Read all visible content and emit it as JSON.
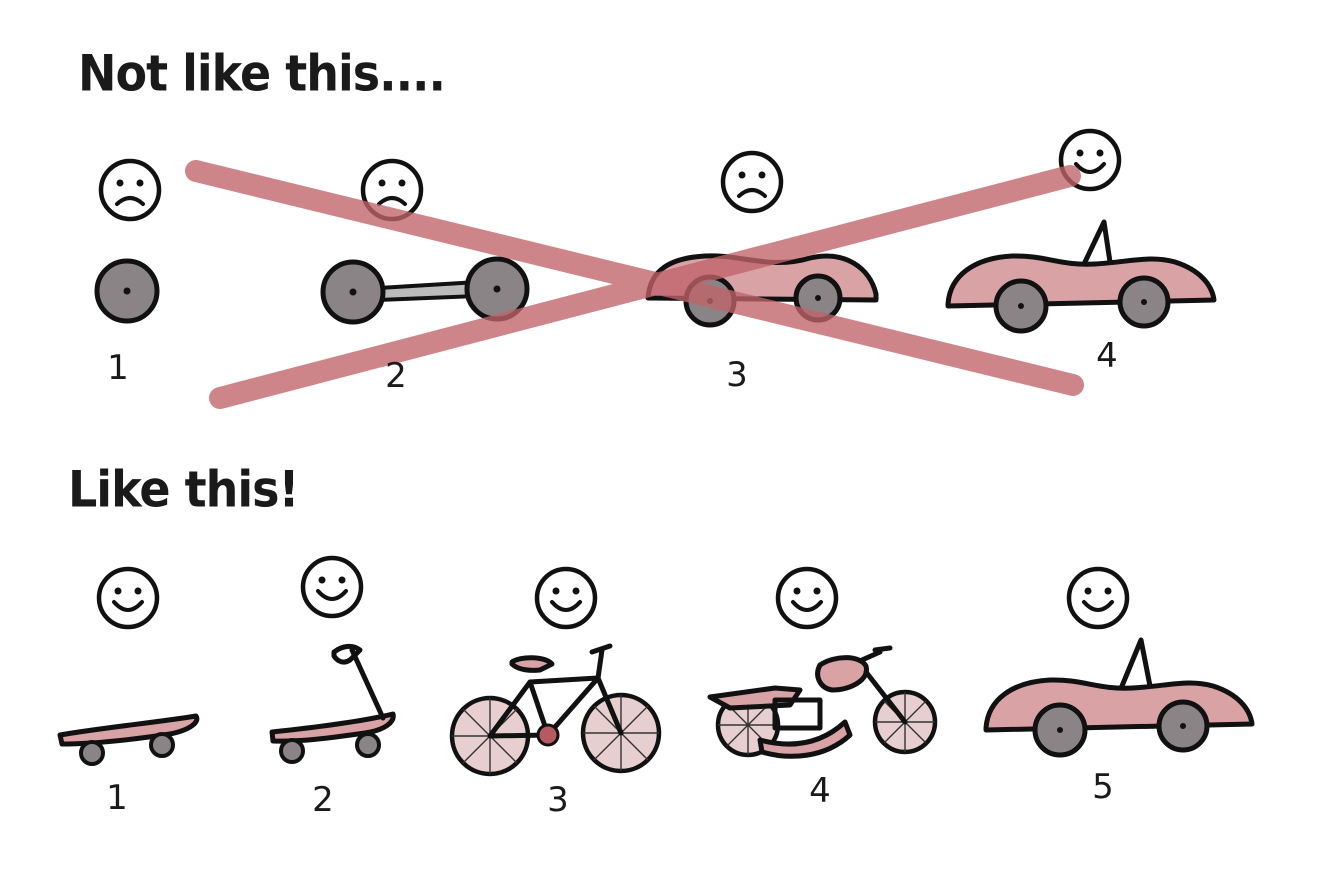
{
  "sections": [
    {
      "heading": "Not like this....",
      "items": [
        {
          "number": "1",
          "mood": "sad",
          "icon": "wheel-icon"
        },
        {
          "number": "2",
          "mood": "sad",
          "icon": "axle-icon"
        },
        {
          "number": "3",
          "mood": "sad",
          "icon": "car-body-icon"
        },
        {
          "number": "4",
          "mood": "happy",
          "icon": "car-icon"
        }
      ],
      "crossed_out": true,
      "cross_color": "#c0646a"
    },
    {
      "heading": "Like this!",
      "items": [
        {
          "number": "1",
          "mood": "happy",
          "icon": "skateboard-icon"
        },
        {
          "number": "2",
          "mood": "happy",
          "icon": "scooter-icon"
        },
        {
          "number": "3",
          "mood": "happy",
          "icon": "bicycle-icon"
        },
        {
          "number": "4",
          "mood": "happy",
          "icon": "motorcycle-icon"
        },
        {
          "number": "5",
          "mood": "happy",
          "icon": "car-icon"
        }
      ]
    }
  ],
  "colors": {
    "pink_body": "#d9a3a6",
    "wheel": "#8b8486",
    "ink": "#111111"
  }
}
